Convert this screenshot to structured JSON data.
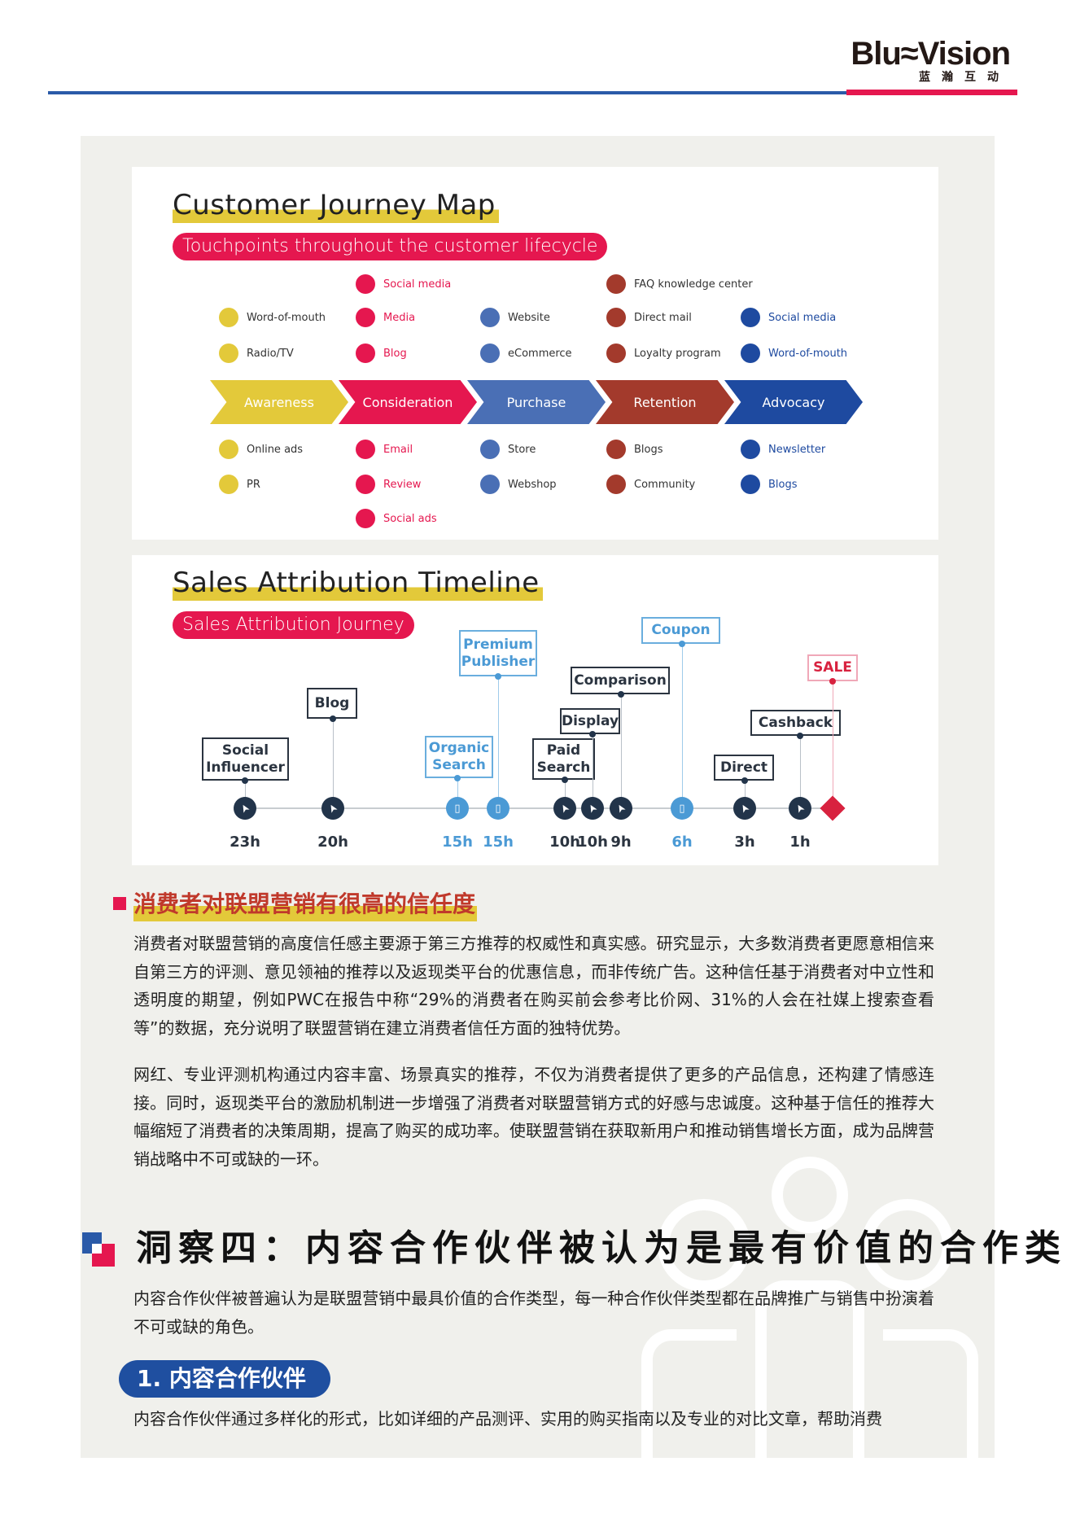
{
  "header": {
    "logo_text": "Blu≈Vision",
    "logo_sub": "蓝瀚互动"
  },
  "journey": {
    "title": "Customer Journey Map",
    "subtitle": "Touchpoints throughout the customer lifecycle",
    "stages": [
      {
        "label": "Awareness",
        "color": "#e3c93a",
        "text_color": "#333333",
        "above": [
          "",
          "Word-of-mouth",
          "Radio/TV"
        ],
        "below": [
          "Online ads",
          "PR",
          ""
        ]
      },
      {
        "label": "Consideration",
        "color": "#e5174f",
        "text_color": "#e5174f",
        "above": [
          "Social media",
          "Media",
          "Blog"
        ],
        "below": [
          "Email",
          "Review",
          "Social ads"
        ]
      },
      {
        "label": "Purchase",
        "color": "#4a6fb5",
        "text_color": "#333333",
        "above": [
          "",
          "Website",
          "eCommerce"
        ],
        "below": [
          "Store",
          "Webshop",
          ""
        ]
      },
      {
        "label": "Retention",
        "color": "#a33a2c",
        "text_color": "#333333",
        "above": [
          "FAQ knowledge center",
          "Direct mail",
          "Loyalty program"
        ],
        "below": [
          "Blogs",
          "Community",
          ""
        ]
      },
      {
        "label": "Advocacy",
        "color": "#1e4aa0",
        "text_color": "#1e4aa0",
        "above": [
          "",
          "Social media",
          "Word-of-mouth"
        ],
        "below": [
          "Newsletter",
          "Blogs",
          ""
        ]
      }
    ]
  },
  "timeline": {
    "title": "Sales Attribution Timeline",
    "subtitle": "Sales Attribution Journey",
    "touchpoints": [
      {
        "label": "Social Influencer",
        "time": "23h",
        "type": "click"
      },
      {
        "label": "Blog",
        "time": "20h",
        "type": "click"
      },
      {
        "label": "Organic Search",
        "time": "15h",
        "type": "mobile"
      },
      {
        "label": "Premium Publisher",
        "time": "15h",
        "type": "mobile"
      },
      {
        "label": "Paid Search",
        "time": "10h",
        "type": "click"
      },
      {
        "label": "Display",
        "time": "10h",
        "type": "click"
      },
      {
        "label": "Comparison",
        "time": "9h",
        "type": "click"
      },
      {
        "label": "Coupon",
        "time": "6h",
        "type": "mobile"
      },
      {
        "label": "Direct",
        "time": "3h",
        "type": "click"
      },
      {
        "label": "Cashback",
        "time": "1h",
        "type": "click"
      }
    ],
    "sale_label": "SALE"
  },
  "section1": {
    "heading": "消费者对联盟营销有很高的信任度",
    "p1": "消费者对联盟营销的高度信任感主要源于第三方推荐的权威性和真实感。研究显示，大多数消费者更愿意相信来自第三方的评测、意见领袖的推荐以及返现类平台的优惠信息，而非传统广告。这种信任基于消费者对中立性和透明度的期望，例如PWC在报告中称“29%的消费者在购买前会参考比价网、31%的人会在社媒上搜索查看等”的数据，充分说明了联盟营销在建立消费者信任方面的独特优势。",
    "p2": "网红、专业评测机构通过内容丰富、场景真实的推荐，不仅为消费者提供了更多的产品信息，还构建了情感连接。同时，返现类平台的激励机制进一步增强了消费者对联盟营销方式的好感与忠诚度。这种基于信任的推荐大幅缩短了消费者的决策周期，提高了购买的成功率。使联盟营销在获取新用户和推动销售增长方面，成为品牌营销战略中不可或缺的一环。"
  },
  "section2": {
    "heading": "洞察四：内容合作伙伴被认为是最有价值的合作类型",
    "p1": "内容合作伙伴被普遍认为是联盟营销中最具价值的合作类型，每一种合作伙伴类型都在品牌推广与销售中扮演着不可或缺的角色。",
    "sub_heading": "1. 内容合作伙伴",
    "p2": "内容合作伙伴通过多样化的形式，比如详细的产品测评、实用的购买指南以及专业的对比文章，帮助消费"
  },
  "colors": {
    "accent_red": "#e5174f",
    "accent_blue": "#2a5aa8",
    "highlight_yellow": "#e3c93a",
    "panel_bg": "#f0f0ec"
  }
}
